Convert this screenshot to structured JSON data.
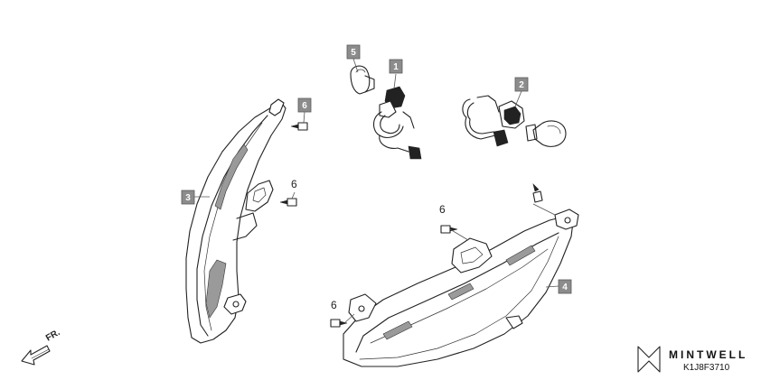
{
  "callouts": {
    "c1": "1",
    "c2": "2",
    "c3": "3",
    "c4": "4",
    "c5": "5",
    "c6": "6"
  },
  "labels": {
    "l6a": "6",
    "l6b": "6",
    "l6c": "6"
  },
  "direction": {
    "text": "FR."
  },
  "brand": {
    "name": "MINTWELL",
    "code": "K1J8F3710"
  }
}
